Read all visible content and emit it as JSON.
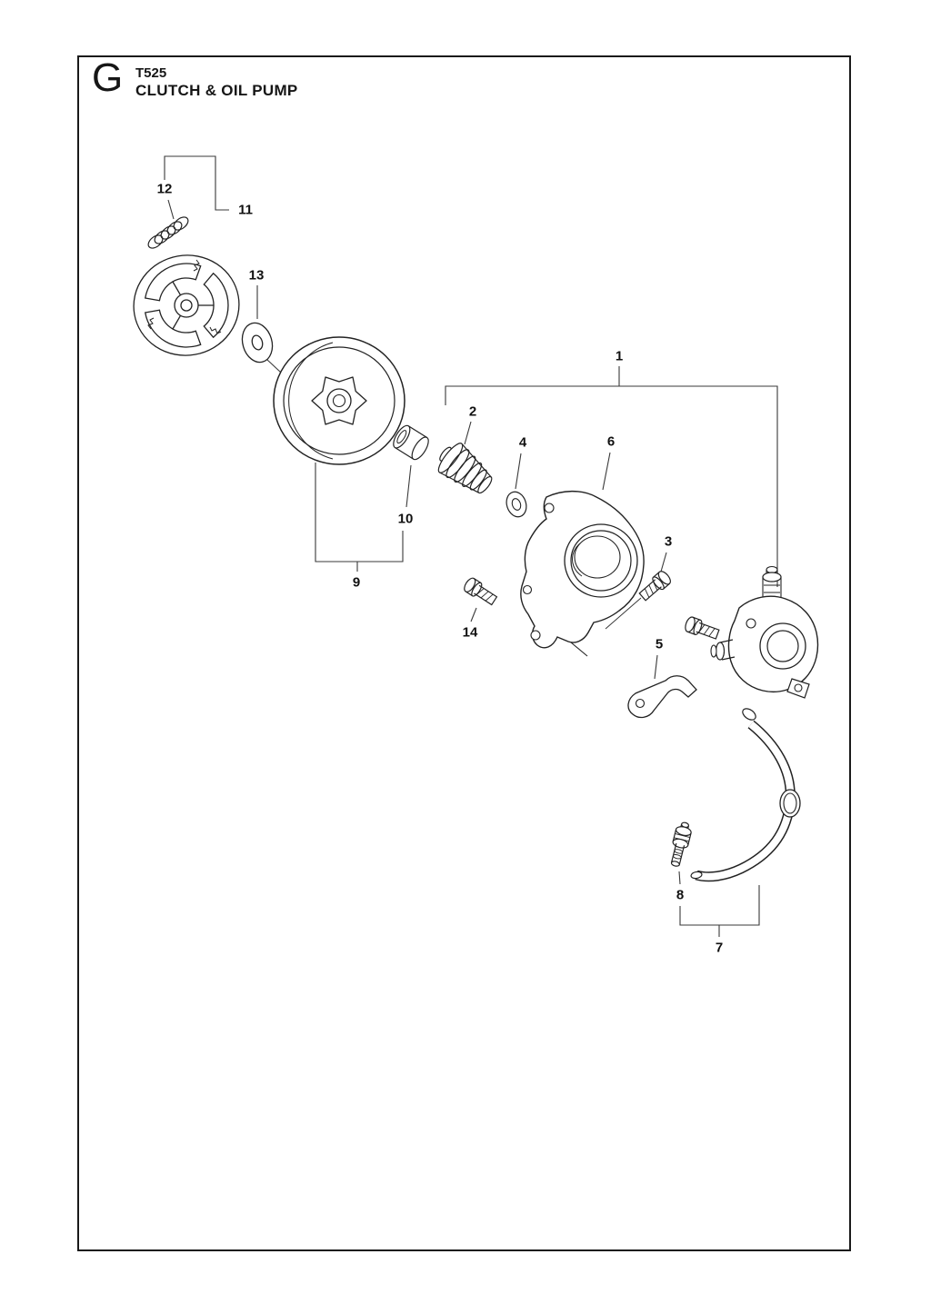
{
  "page": {
    "section_letter": "G",
    "model": "T525",
    "title": "CLUTCH & OIL PUMP"
  },
  "callouts": {
    "c1": "1",
    "c2": "2",
    "c3": "3",
    "c4": "4",
    "c5": "5",
    "c6": "6",
    "c7": "7",
    "c8": "8",
    "c9": "9",
    "c10": "10",
    "c11": "11",
    "c12": "12",
    "c13": "13",
    "c14": "14"
  },
  "colors": {
    "ink": "#222222",
    "paper": "#ffffff"
  }
}
